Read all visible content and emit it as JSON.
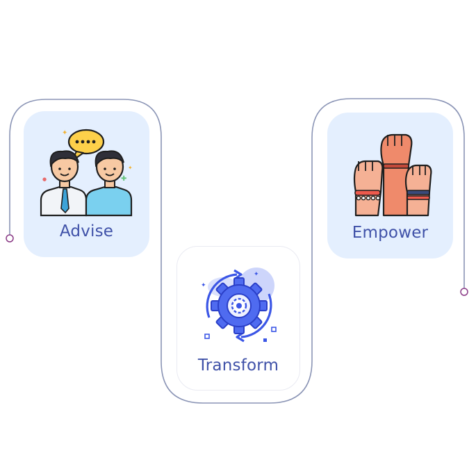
{
  "cards": [
    {
      "label": "Advise",
      "icon": "advisors-conversation-icon"
    },
    {
      "label": "Transform",
      "icon": "gear-cycle-icon"
    },
    {
      "label": "Empower",
      "icon": "raised-fists-icon"
    }
  ],
  "colors": {
    "card_background": "#e4effe",
    "label": "#3f51a8",
    "connector_line": "#8a94b5",
    "connector_dot": "#8a3a86",
    "gear_blue": "#3b56e6"
  }
}
